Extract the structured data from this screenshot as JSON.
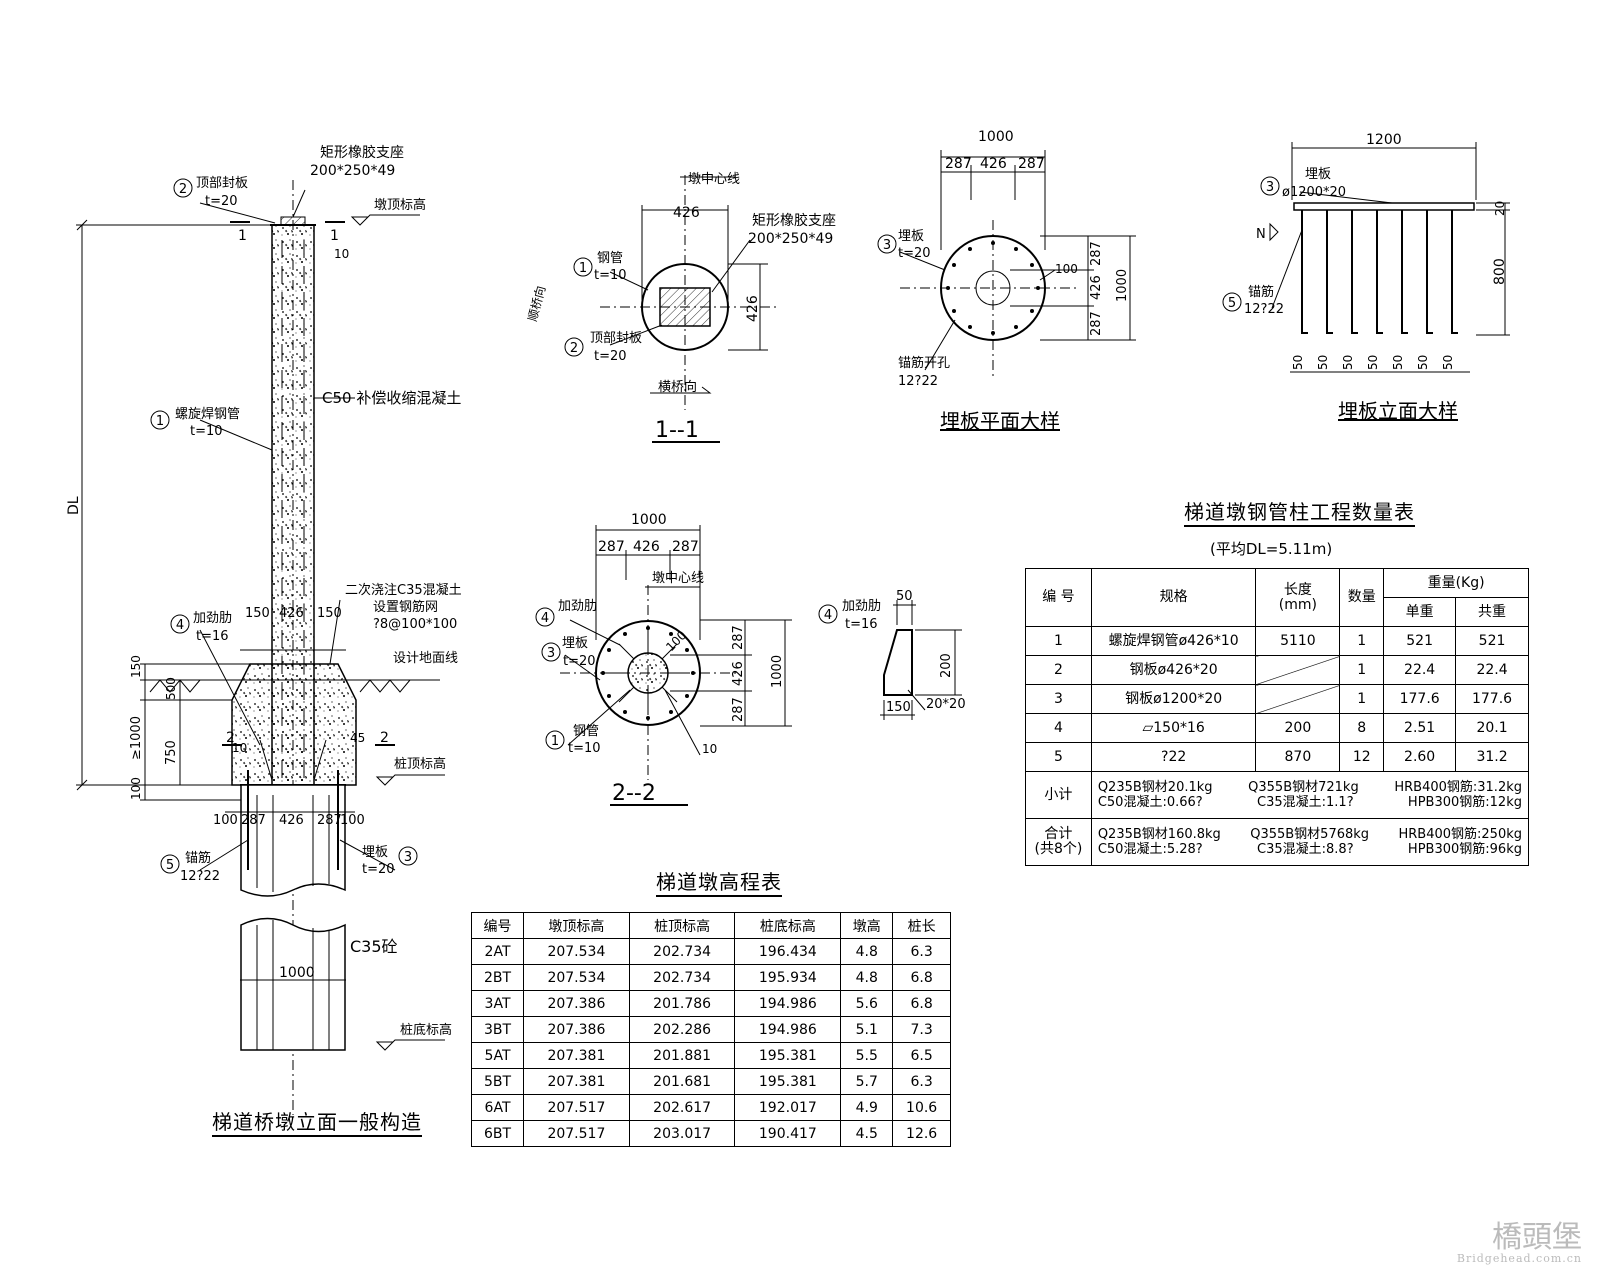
{
  "elevation_view": {
    "title": "梯道桥墩立面一般构造",
    "labels": {
      "bearing": "矩形橡胶支座",
      "bearing_size": "200*250*49",
      "top_plate": "顶部封板",
      "top_plate_t": "t=20",
      "pier_top_elev": "墩顶标高",
      "section_1": "1",
      "slope": "10",
      "spiral_pipe": "螺旋焊钢管",
      "spiral_pipe_t": "t=10",
      "c50": "C50 补偿收缩混凝土",
      "dl": "DL",
      "second_pour": "二次浇注C35混凝土",
      "mesh": "设置钢筋网",
      "mesh_spec": "?8@100*100",
      "stiffener": "加劲肋",
      "stiffener_t": "t=16",
      "design_ground": "设计地面线",
      "pile_top_elev": "桩顶标高",
      "section_2": "2",
      "anchor": "锚筋",
      "anchor_spec": "12?22",
      "embed_plate": "埋板",
      "embed_plate_t": "t=20",
      "c35": "C35砼",
      "pile_bottom_elev": "桩底标高",
      "dim_150a": "150",
      "dim_426": "426",
      "dim_150b": "150",
      "dim_v150": "150",
      "dim_500": "500",
      "dim_750": "750",
      "dim_100": "100",
      "dim_ge1000": "≥1000",
      "dim_b100a": "100",
      "dim_b287a": "287",
      "dim_b426": "426",
      "dim_b287b": "287",
      "dim_b100b": "100",
      "dim_1000": "1000",
      "dim_45": "45",
      "dim_10": "10",
      "c1": "1",
      "c2": "2",
      "c4": "4",
      "c5": "5",
      "c3": "3"
    }
  },
  "section_1_1": {
    "title": "1--1",
    "labels": {
      "center_line": "墩中心线",
      "along_bridge": "顺桥向",
      "cross_bridge": "横桥向",
      "dim_426": "426",
      "dim_426v": "426",
      "bearing": "矩形橡胶支座",
      "bearing_size": "200*250*49",
      "steel_pipe": "钢管",
      "steel_pipe_t": "t=10",
      "top_plate": "顶部封板",
      "top_plate_t": "t=20",
      "c1": "1",
      "c2": "2"
    }
  },
  "plate_plan": {
    "title": "埋板平面大样",
    "labels": {
      "dim_1000": "1000",
      "dim_287a": "287",
      "dim_426": "426",
      "dim_287b": "287",
      "embed_plate": "埋板",
      "embed_plate_t": "t=20",
      "anchor_hole": "锚筋开孔",
      "anchor_spec": "12?22",
      "dim_100": "100",
      "dim_v287a": "287",
      "dim_v426": "426",
      "dim_v287b": "287",
      "dim_v1000": "1000",
      "c3": "3"
    }
  },
  "plate_elev": {
    "title": "埋板立面大样",
    "labels": {
      "dim_1200": "1200",
      "embed_plate": "埋板",
      "embed_spec": "ø1200*20",
      "n_mark": "N",
      "anchor": "锚筋",
      "anchor_spec": "12?22",
      "dim_20": "20",
      "dim_800": "800",
      "spacing": [
        "50",
        "50",
        "50",
        "50",
        "50",
        "50",
        "50"
      ],
      "c3": "3",
      "c5": "5"
    }
  },
  "section_2_2": {
    "title": "2--2",
    "labels": {
      "dim_1000": "1000",
      "dim_287a": "287",
      "dim_426": "426",
      "dim_287b": "287",
      "center_line": "墩中心线",
      "stiffener": "加劲肋",
      "embed_plate": "埋板",
      "embed_plate_t": "t=20",
      "steel_pipe": "钢管",
      "steel_pipe_t": "t=10",
      "dim_v287a": "287",
      "dim_v426": "426",
      "dim_v287b": "287",
      "dim_v1000": "1000",
      "dim_100": "100",
      "dim_10": "10",
      "c4": "4",
      "c3": "3",
      "c1": "1"
    }
  },
  "stiffener_detail": {
    "labels": {
      "stiffener": "加劲肋",
      "stiffener_t": "t=16",
      "dim_50": "50",
      "dim_200": "200",
      "dim_150": "150",
      "dim_20x20": "20*20",
      "c4": "4"
    }
  },
  "elevation_table": {
    "title": "梯道墩高程表",
    "headers": [
      "编号",
      "墩顶标高",
      "桩顶标高",
      "桩底标高",
      "墩高",
      "桩长"
    ],
    "rows": [
      [
        "2AT",
        "207.534",
        "202.734",
        "196.434",
        "4.8",
        "6.3"
      ],
      [
        "2BT",
        "207.534",
        "202.734",
        "195.934",
        "4.8",
        "6.8"
      ],
      [
        "3AT",
        "207.386",
        "201.786",
        "194.986",
        "5.6",
        "6.8"
      ],
      [
        "3BT",
        "207.386",
        "202.286",
        "194.986",
        "5.1",
        "7.3"
      ],
      [
        "5AT",
        "207.381",
        "201.881",
        "195.381",
        "5.5",
        "6.5"
      ],
      [
        "5BT",
        "207.381",
        "201.681",
        "195.381",
        "5.7",
        "6.3"
      ],
      [
        "6AT",
        "207.517",
        "202.617",
        "192.017",
        "4.9",
        "10.6"
      ],
      [
        "6BT",
        "207.517",
        "203.017",
        "190.417",
        "4.5",
        "12.6"
      ]
    ]
  },
  "quantity_table": {
    "title": "梯道墩钢管柱工程数量表",
    "subtitle": "(平均DL=5.11m)",
    "headers": {
      "no": "编 号",
      "spec": "规格",
      "length": "长度",
      "length_unit": "(mm)",
      "count": "数量",
      "weight": "重量(Kg)",
      "unit_w": "单重",
      "total_w": "共重"
    },
    "rows": [
      [
        "1",
        "螺旋焊钢管ø426*10",
        "5110",
        "1",
        "521",
        "521"
      ],
      [
        "2",
        "钢板ø426*20",
        "",
        "1",
        "22.4",
        "22.4"
      ],
      [
        "3",
        "钢板ø1200*20",
        "",
        "1",
        "177.6",
        "177.6"
      ],
      [
        "4",
        "▱150*16",
        "200",
        "8",
        "2.51",
        "20.1"
      ],
      [
        "5",
        "?22",
        "870",
        "12",
        "2.60",
        "31.2"
      ]
    ],
    "subtotal": {
      "label": "小计",
      "line1a": "Q235B钢材20.1kg",
      "line1b": "Q355B钢材721kg",
      "line1c": "HRB400钢筋:31.2kg",
      "line2a": "C50混凝土:0.66?",
      "line2b": "C35混凝土:1.1?",
      "line2c": "HPB300钢筋:12kg"
    },
    "total": {
      "label": "合计",
      "label2": "(共8个)",
      "line1a": "Q235B钢材160.8kg",
      "line1b": "Q355B钢材5768kg",
      "line1c": "HRB400钢筋:250kg",
      "line2a": "C50混凝土:5.28?",
      "line2b": "C35混凝土:8.8?",
      "line2c": "HPB300钢筋:96kg"
    }
  },
  "watermark": {
    "text": "橋頭堡",
    "url": "Bridgehead.com.cn"
  }
}
